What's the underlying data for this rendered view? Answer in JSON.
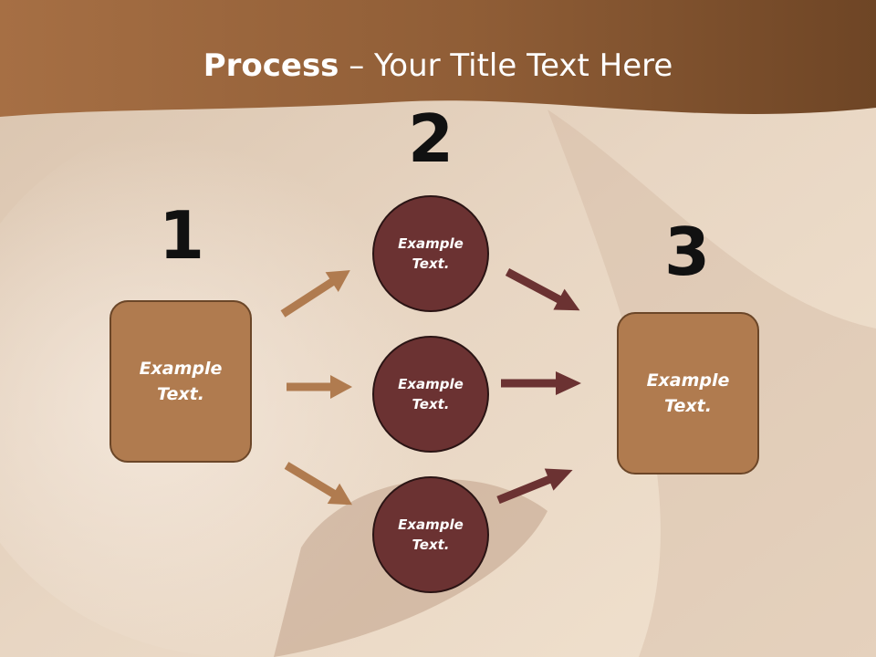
{
  "title": {
    "bold": "Process",
    "rest": " – Your Title Text Here"
  },
  "steps": [
    {
      "number": "1",
      "label": "Example Text."
    },
    {
      "number": "2",
      "labels": [
        "Example Text.",
        "Example Text.",
        "Example Text."
      ]
    },
    {
      "number": "3",
      "label": "Example Text."
    }
  ],
  "colors": {
    "header": "#8a5a33",
    "box_fill": "#b07b4f",
    "circle_fill": "#6b3232",
    "arrow_light": "#b07b4f",
    "arrow_dark": "#6b3232"
  }
}
